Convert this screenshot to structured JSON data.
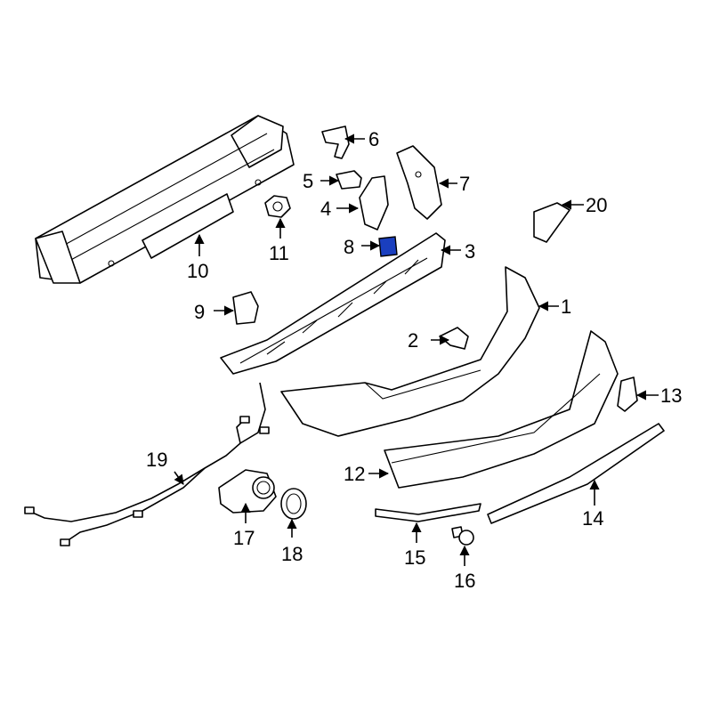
{
  "diagram": {
    "callouts": [
      "1",
      "2",
      "3",
      "4",
      "5",
      "6",
      "7",
      "8",
      "9",
      "10",
      "11",
      "12",
      "13",
      "14",
      "15",
      "16",
      "17",
      "18",
      "19",
      "20"
    ],
    "highlight_color": "#1a3fbf"
  }
}
